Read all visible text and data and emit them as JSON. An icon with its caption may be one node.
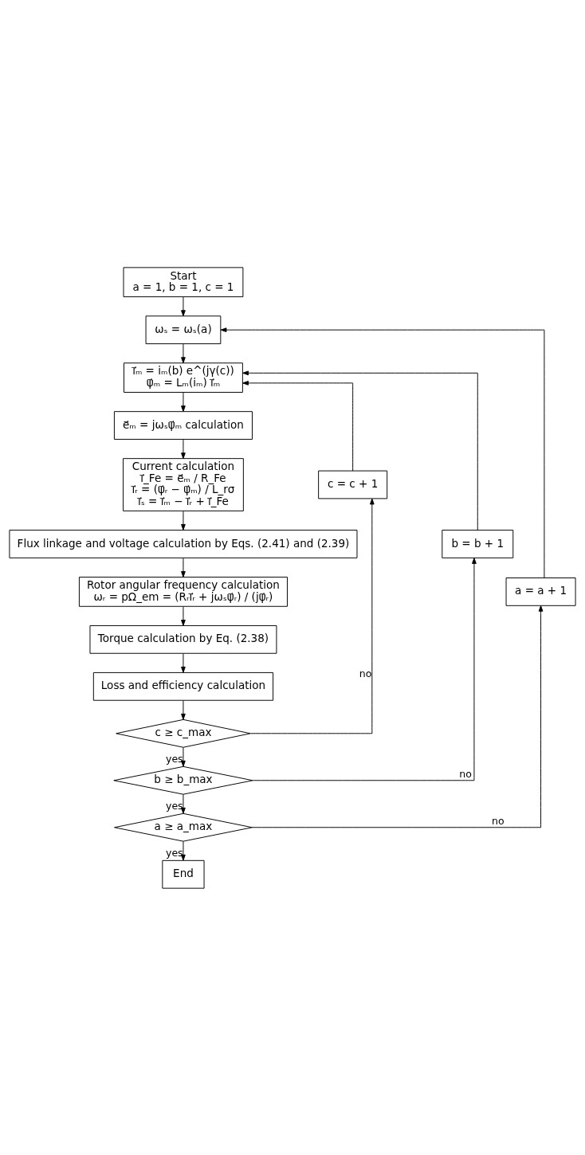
{
  "diagram": {
    "nodes": [
      {
        "text": [
          "Start",
          "a = 1, b = 1, c = 1"
        ]
      },
      {
        "text": [
          "ωₛ = ωₛ(a)"
        ]
      },
      {
        "text": [
          "i⃗ₘ = iₘ(b) e^(jγ(c))",
          "ψ⃗ₘ = Lₘ(iₘ) i⃗ₘ"
        ]
      },
      {
        "text": [
          "e⃗ₘ = jωₛψ⃗ₘ calculation"
        ]
      },
      {
        "text": [
          "Current calculation",
          "i⃗_Fe = e⃗ₘ / R_Fe",
          "i⃗ᵣ = (ψ⃗ᵣ − ψ⃗ₘ) / L_rσ",
          "i⃗ₛ = i⃗ₘ − i⃗ᵣ + i⃗_Fe"
        ]
      },
      {
        "text": [
          "Flux linkage and voltage calculation by Eqs. (2.41) and (2.39)"
        ]
      },
      {
        "text": [
          "Rotor angular frequency calculation",
          "ωᵣ = pΩ_em = (Rᵣi⃗ᵣ + jωₛψ⃗ᵣ) / (jψ⃗ᵣ)"
        ]
      },
      {
        "text": [
          "Torque calculation by Eq. (2.38)"
        ]
      },
      {
        "text": [
          "Loss and efficiency calculation"
        ]
      },
      {
        "text": [
          "c ≥ c_max"
        ]
      },
      {
        "text": [
          "b ≥ b_max"
        ]
      },
      {
        "text": [
          "a ≥ a_max"
        ]
      },
      {
        "text": [
          "End"
        ]
      },
      {
        "text": [
          "c = c + 1"
        ]
      },
      {
        "text": [
          "b = b + 1"
        ]
      },
      {
        "text": [
          "a = a + 1"
        ]
      }
    ],
    "edges": [
      {
        "from": 0,
        "to": 1,
        "arrow": "to"
      },
      {
        "from": 1,
        "to": 2,
        "arrow": "to"
      },
      {
        "from": 2,
        "to": 3,
        "arrow": "to"
      },
      {
        "from": 3,
        "to": 4,
        "arrow": "to"
      },
      {
        "from": 4,
        "to": 5,
        "arrow": "to"
      },
      {
        "from": 5,
        "to": 6,
        "arrow": "to"
      },
      {
        "from": 6,
        "to": 7,
        "arrow": "to"
      },
      {
        "from": 7,
        "to": 8,
        "arrow": "to"
      },
      {
        "from": 8,
        "to": 9,
        "arrow": "to"
      },
      {
        "from": 9,
        "to": 10,
        "arrow": "to",
        "label": "yes"
      },
      {
        "from": 10,
        "to": 11,
        "arrow": "to",
        "label": "yes"
      },
      {
        "from": 11,
        "to": 12,
        "arrow": "to",
        "label": "yes"
      },
      {
        "from": 9,
        "to": 13,
        "arrow": "to",
        "label": "no"
      },
      {
        "from": 13,
        "to": 2,
        "arrow": "to"
      },
      {
        "from": 10,
        "to": 14,
        "arrow": "to",
        "label": "no"
      },
      {
        "from": 14,
        "to": 2,
        "arrow": "to"
      },
      {
        "from": 11,
        "to": 15,
        "arrow": "to",
        "label": "no"
      },
      {
        "from": 15,
        "to": 1,
        "arrow": "to"
      }
    ]
  }
}
